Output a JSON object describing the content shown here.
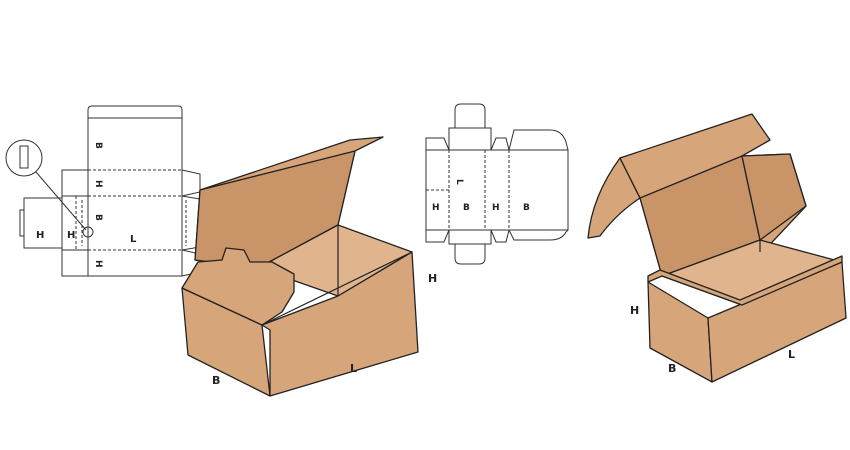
{
  "figure": {
    "left_net": {
      "labels": {
        "h_left": "H",
        "h_mid": "H",
        "b_top": "B",
        "h_upper": "H",
        "b_center": "B",
        "l_center": "L",
        "h_lower": "H"
      }
    },
    "left_box": {
      "labels": {
        "h": "H",
        "b": "B",
        "l": "L"
      }
    },
    "middle_net": {
      "labels": {
        "l": "L",
        "h1": "H",
        "b1": "B",
        "h2": "H",
        "b2": "B"
      }
    },
    "right_box": {
      "labels": {
        "h": "H",
        "b": "B",
        "l": "L"
      }
    }
  }
}
